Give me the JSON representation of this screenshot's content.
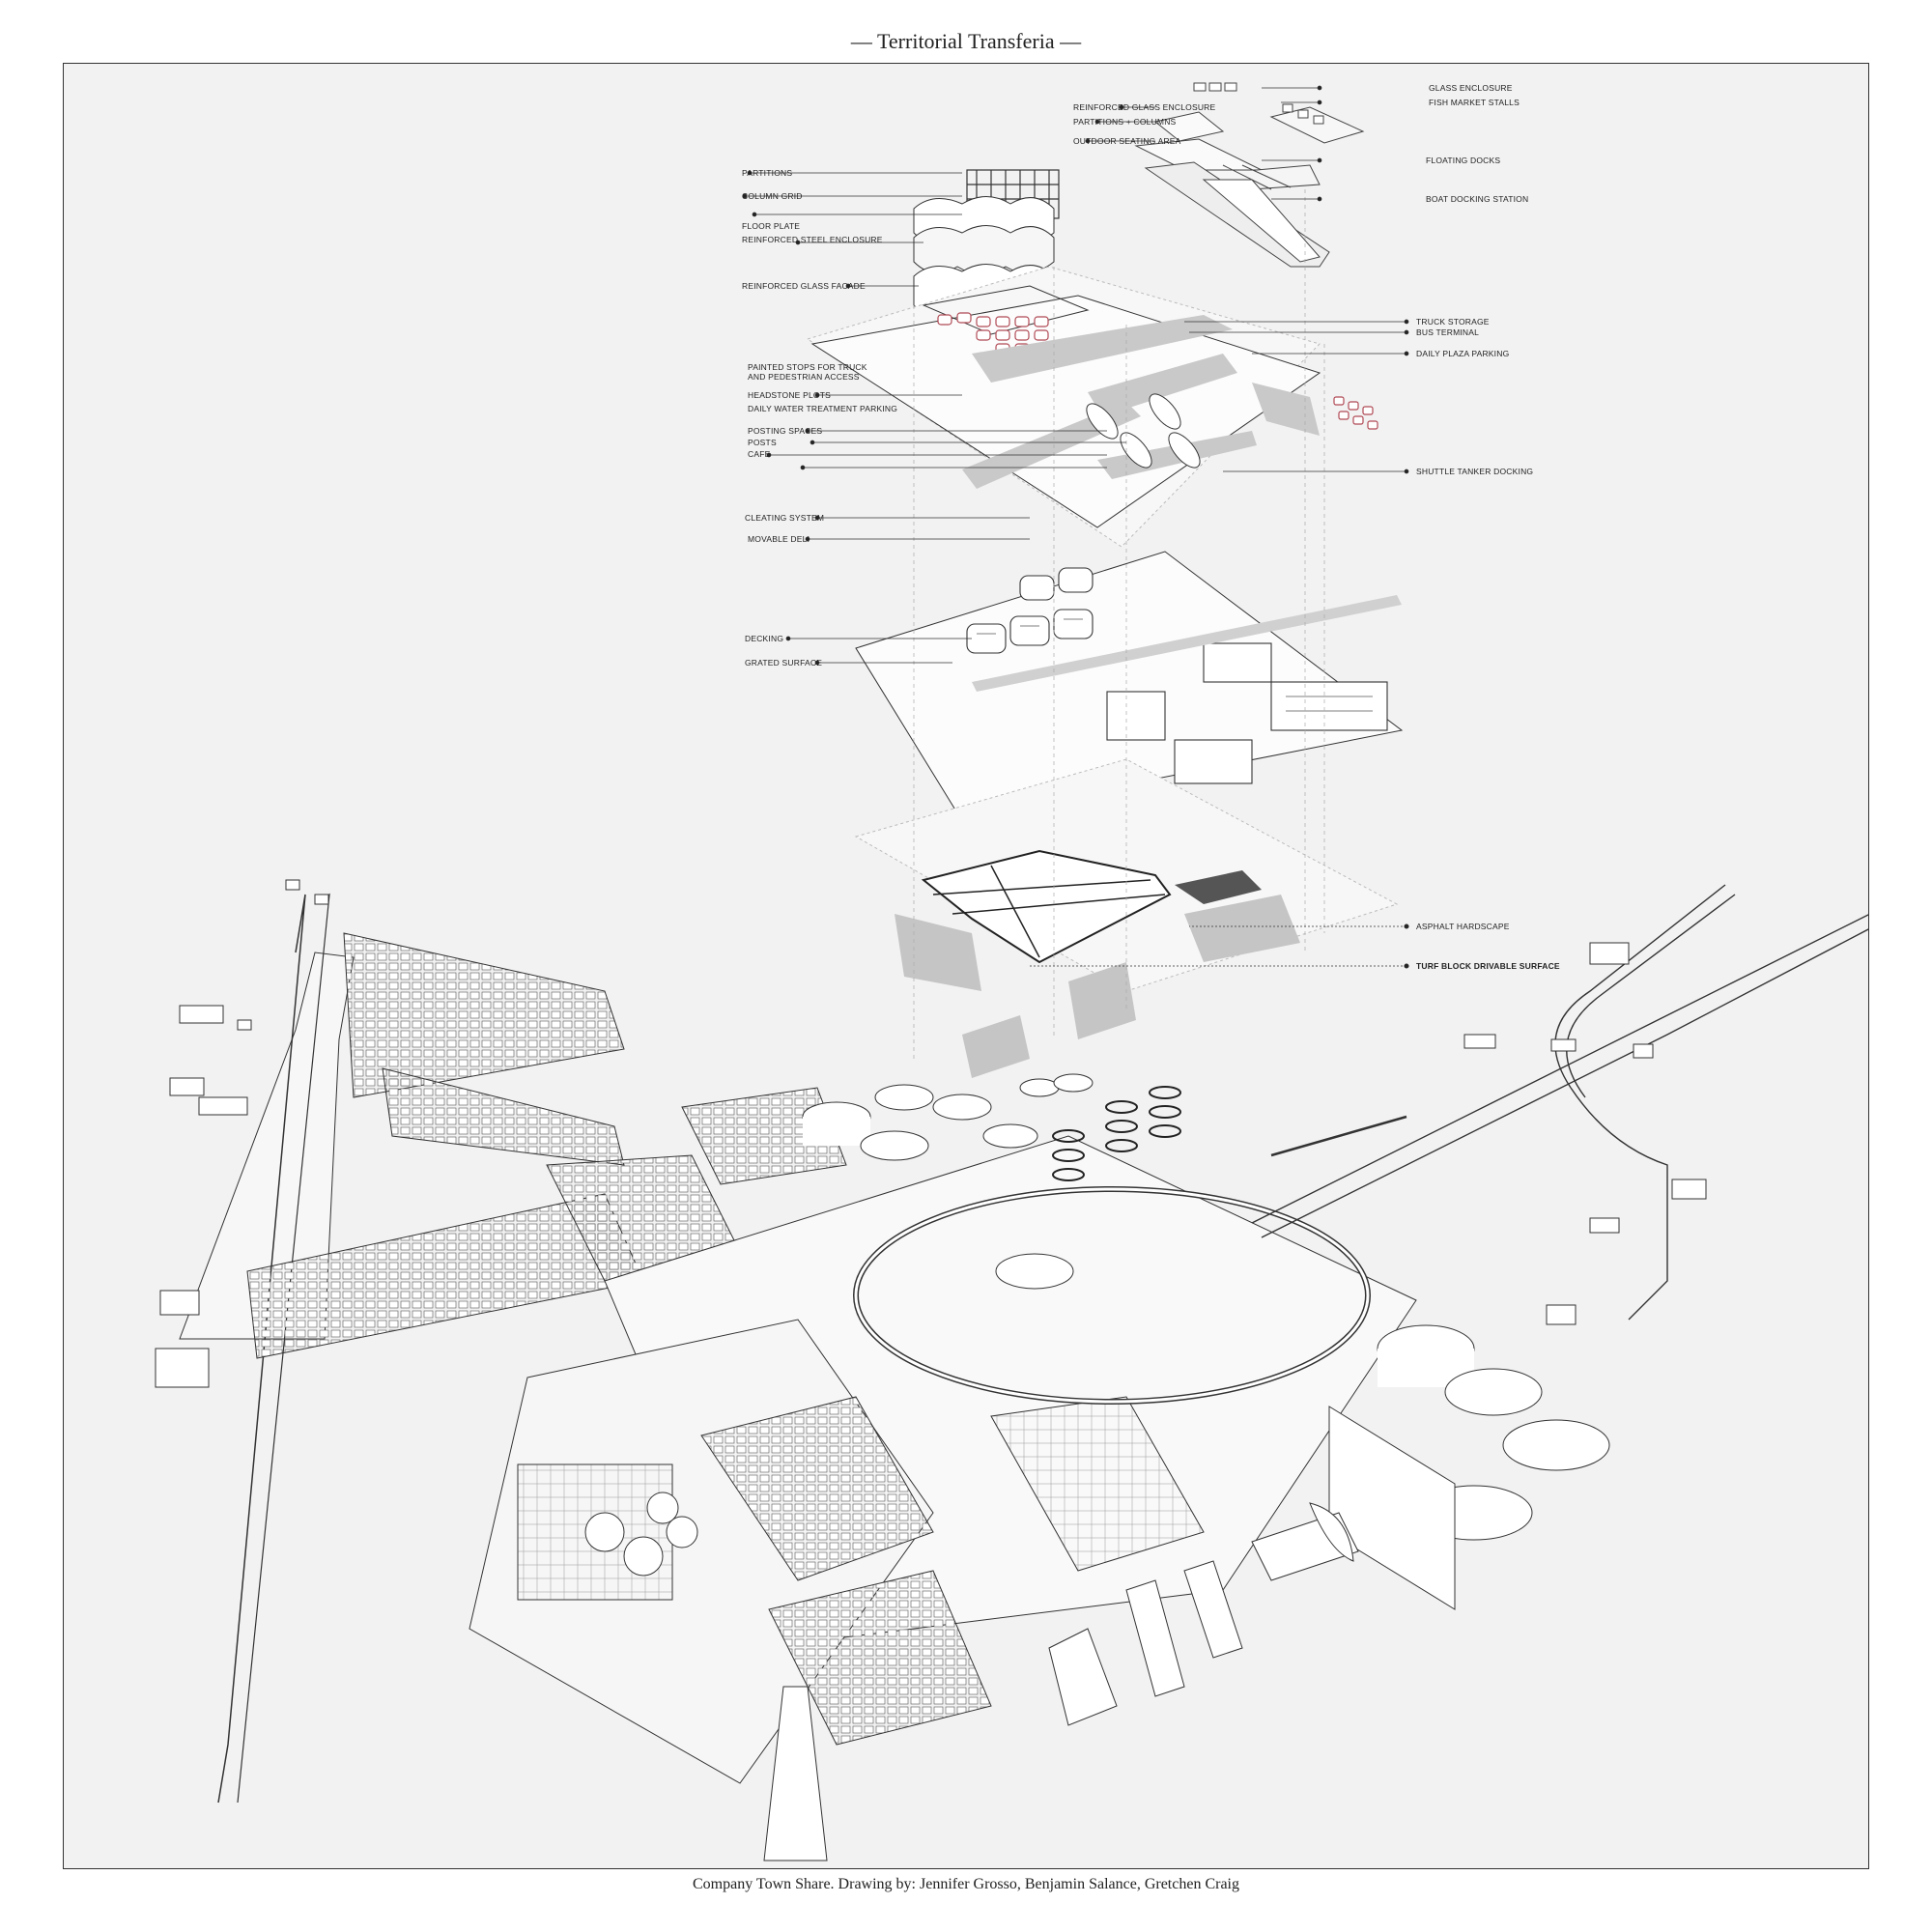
{
  "title": "— Territorial Transferia —",
  "caption": "Company Town Share. Drawing by: Jennifer Grosso, Benjamin Salance, Gretchen Craig",
  "labels": {
    "glass_enclosure": "GLASS ENCLOSURE",
    "fish_market_stalls": "FISH MARKET STALLS",
    "reinforced_glass_enclosure": "REINFORCED GLASS ENCLOSURE",
    "partitions_columns": "PARTITIONS + COLUMNS",
    "outdoor_seating_area": "OUTDOOR SEATING AREA",
    "floating_docks": "FLOATING DOCKS",
    "boat_docking_station": "BOAT DOCKING STATION",
    "partitions": "PARTITIONS",
    "column_grid": "COLUMN GRID",
    "floor_plate": "FLOOR PLATE",
    "reinforced_steel_enclosure": "REINFORCED STEEL ENCLOSURE",
    "reinforced_glass_facade": "REINFORCED GLASS FACADE",
    "truck_storage": "TRUCK STORAGE",
    "bus_terminal": "BUS TERMINAL",
    "daily_plaza_parking": "DAILY PLAZA PARKING",
    "painted_stops_1": "PAINTED STOPS FOR TRUCK",
    "painted_stops_2": "AND PEDESTRIAN ACCESS",
    "headstone_plots": "HEADSTONE PLOTS",
    "daily_water_treatment_parking": "DAILY WATER TREATMENT PARKING",
    "posting_spaces": "POSTING SPACES",
    "posts": "POSTS",
    "cafe": "CAFE",
    "shuttle_tanker_docking": "SHUTTLE TANKER DOCKING",
    "cleating_system": "CLEATING SYSTEM",
    "movable_deli": "MOVABLE DELI",
    "decking": "DECKING",
    "grated_surface": "GRATED SURFACE",
    "asphalt_hardscape": "ASPHALT HARDSCAPE",
    "turf_block_drivable_surface": "TURF BLOCK DRIVABLE SURFACE"
  },
  "colors": {
    "background": "#f2f2f2",
    "line": "#333333",
    "accent_red": "#b04a55",
    "shadow": "#bdbdbd"
  }
}
